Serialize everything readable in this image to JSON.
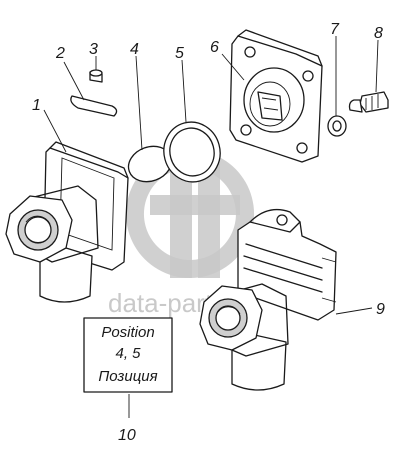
{
  "watermark": {
    "text": "data-parts"
  },
  "callouts": {
    "c1": "1",
    "c2": "2",
    "c3": "3",
    "c4": "4",
    "c5": "5",
    "c6": "6",
    "c7": "7",
    "c8": "8",
    "c9": "9",
    "c10": "10"
  },
  "note_box": {
    "line1": "Position",
    "line2": "4, 5",
    "line3": "Позиция"
  }
}
